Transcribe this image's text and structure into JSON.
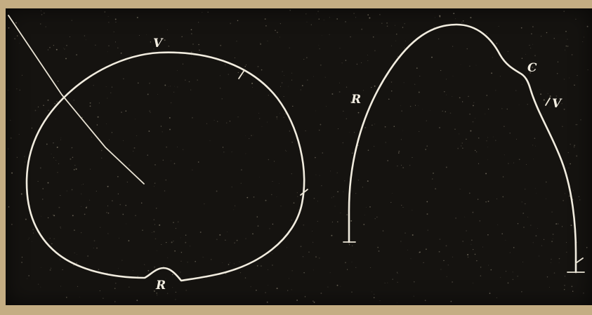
{
  "figure_left": {
    "label_top": "V",
    "label_bottom": "R"
  },
  "figure_right": {
    "label_left": "R",
    "label_notch": "C",
    "label_right": "V"
  }
}
